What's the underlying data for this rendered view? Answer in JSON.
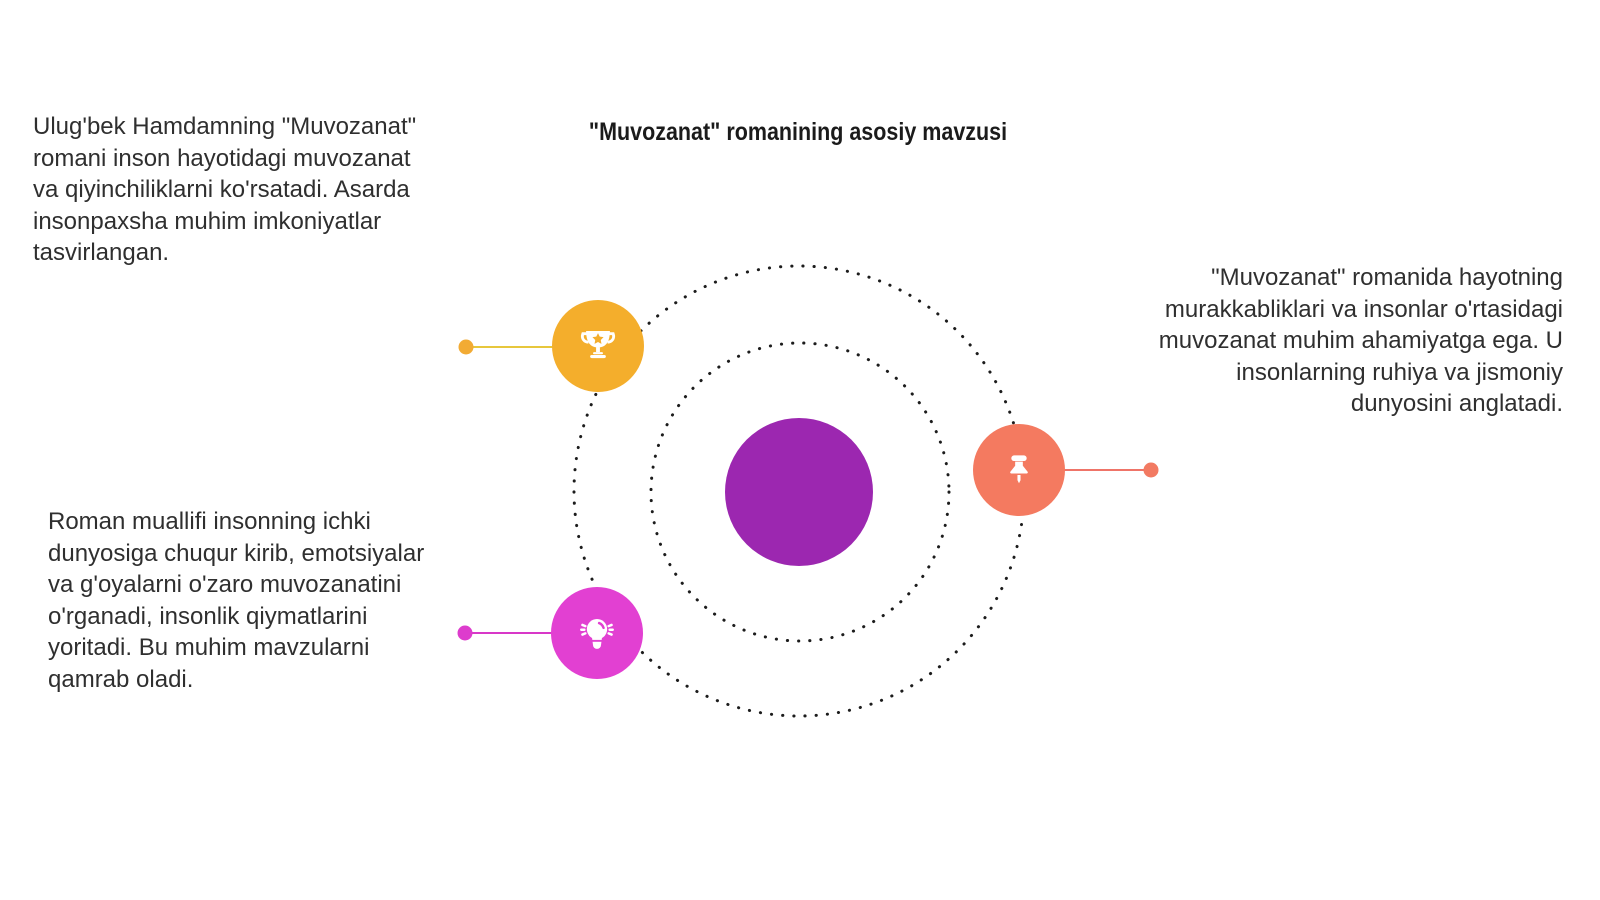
{
  "title": "\"Muvozanat\" romanining asosiy mavzusi",
  "paragraphs": {
    "top_left": "Ulug'bek Hamdamning \"Muvozanat\" romani inson hayotidagi muvozanat va qiyinchiliklarni ko'rsatadi. Asarda insonpaxsha muhim imkoniyatlar tasvirlangan.",
    "right": "\"Muvozanat\" romanida hayotning murakkabliklari va insonlar o'rtasidagi muvozanat muhim ahamiyatga ega. U insonlarning ruhiya va jismoniy dunyosini anglatadi.",
    "bottom_left": "Roman muallifi insonning ichki dunyosiga chuqur kirib, emotsiyalar va g'oyalarni o'zaro muvozanatini o'rganadi, insonlik qiymatlarini yoritadi. Bu muhim mavzularni qamrab oladi."
  },
  "diagram": {
    "center_circle_color": "#9c27b0",
    "ring_dot_color": "#1c1c1c",
    "background_color": "#ffffff",
    "nodes": [
      {
        "name": "trophy",
        "icon": "trophy-icon",
        "badge_color": "#f4ae2c",
        "connector_color": "#e7c73c",
        "dot_color": "#f2ab34"
      },
      {
        "name": "lightbulb",
        "icon": "lightbulb-icon",
        "badge_color": "#e240d2",
        "connector_color": "#d838c8",
        "dot_color": "#dd3ccd"
      },
      {
        "name": "pushpin",
        "icon": "pushpin-icon",
        "badge_color": "#f47a60",
        "connector_color": "#ef7468",
        "dot_color": "#f27a62"
      }
    ]
  }
}
